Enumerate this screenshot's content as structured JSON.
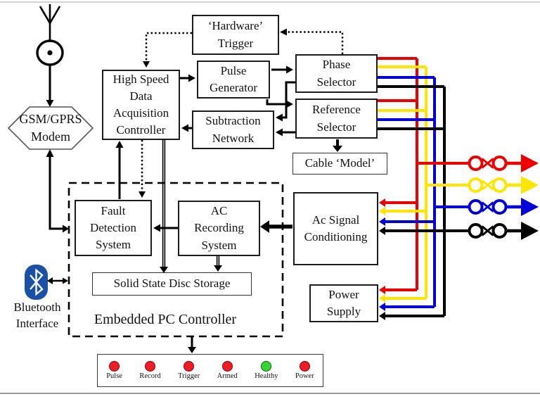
{
  "figure": {
    "boxes": {
      "hardware_trigger": {
        "lines": [
          "‘Hardware’",
          "Trigger"
        ]
      },
      "hsdac": {
        "lines": [
          "High Speed",
          "Data",
          "Acquisition",
          "Controller"
        ]
      },
      "pulse_generator": {
        "lines": [
          "Pulse",
          "Generator"
        ]
      },
      "phase_selector": {
        "lines": [
          "Phase",
          "Selector"
        ]
      },
      "reference_selector": {
        "lines": [
          "Reference",
          "Selector"
        ]
      },
      "subtraction_network": {
        "lines": [
          "Subtraction",
          "Network"
        ]
      },
      "cable_model": {
        "lines": [
          "Cable ‘Model’"
        ]
      },
      "fault_detection": {
        "lines": [
          "Fault",
          "Detection",
          "System"
        ]
      },
      "ac_recording": {
        "lines": [
          "AC",
          "Recording",
          "System"
        ]
      },
      "ssd_storage": {
        "lines": [
          "Solid State Disc Storage"
        ]
      },
      "ac_signal_conditioning": {
        "lines": [
          "Ac Signal",
          "Conditioning"
        ]
      },
      "power_supply": {
        "lines": [
          "Power",
          "Supply"
        ]
      },
      "gsm_modem": {
        "lines": [
          "GSM/GPRS",
          "Modem"
        ]
      },
      "embedded_pc": {
        "label": "Embedded PC Controller"
      },
      "bluetooth": {
        "lines": [
          "Bluetooth",
          "Interface"
        ]
      }
    },
    "leds": [
      {
        "label": "Pulse",
        "fill": "#ee1c25",
        "ring": "#8b0000"
      },
      {
        "label": "Record",
        "fill": "#ee1c25",
        "ring": "#8b0000"
      },
      {
        "label": "Trigger",
        "fill": "#ee1c25",
        "ring": "#8b0000"
      },
      {
        "label": "Armed",
        "fill": "#ee1c25",
        "ring": "#8b0000"
      },
      {
        "label": "Healthy",
        "fill": "#35d833",
        "ring": "#066406"
      },
      {
        "label": "Power",
        "fill": "#ee1c25",
        "ring": "#8b0000"
      }
    ],
    "line_colors": {
      "red": "#ee0000",
      "yellow": "#ffe600",
      "blue": "#0000dd",
      "black": "#000000"
    },
    "bluetooth_logo_color": "#1b50a8"
  }
}
